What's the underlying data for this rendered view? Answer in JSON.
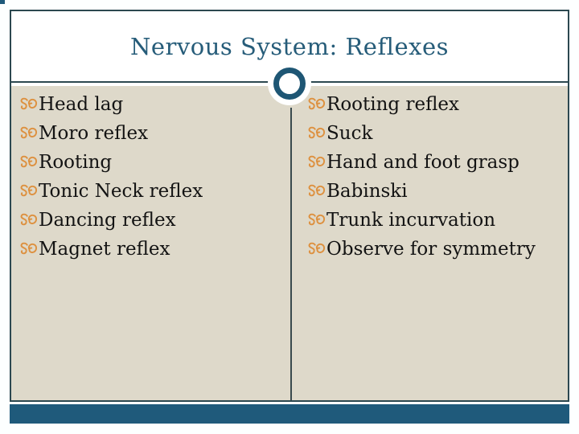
{
  "slide": {
    "title": "Nervous System: Reflexes",
    "left_column": [
      "Head lag",
      "Moro reflex",
      "Rooting",
      "Tonic Neck reflex",
      "Dancing reflex",
      "Magnet reflex"
    ],
    "right_column": [
      "Rooting reflex",
      "Suck",
      "Hand and foot grasp",
      "Babinski",
      "Trunk incurvation",
      "Observe for symmetry"
    ],
    "icons": {
      "bullet": "swirl-bullet-icon",
      "ornament": "circle-ring-ornament"
    },
    "colors": {
      "accent_teal": "#1f5a7b",
      "ring_teal": "#1e5674",
      "frame_border": "#2c4850",
      "content_beige": "#ded9ca",
      "bullet_orange": "#dd9140",
      "title_text": "#265c79",
      "body_text": "#131313"
    }
  }
}
